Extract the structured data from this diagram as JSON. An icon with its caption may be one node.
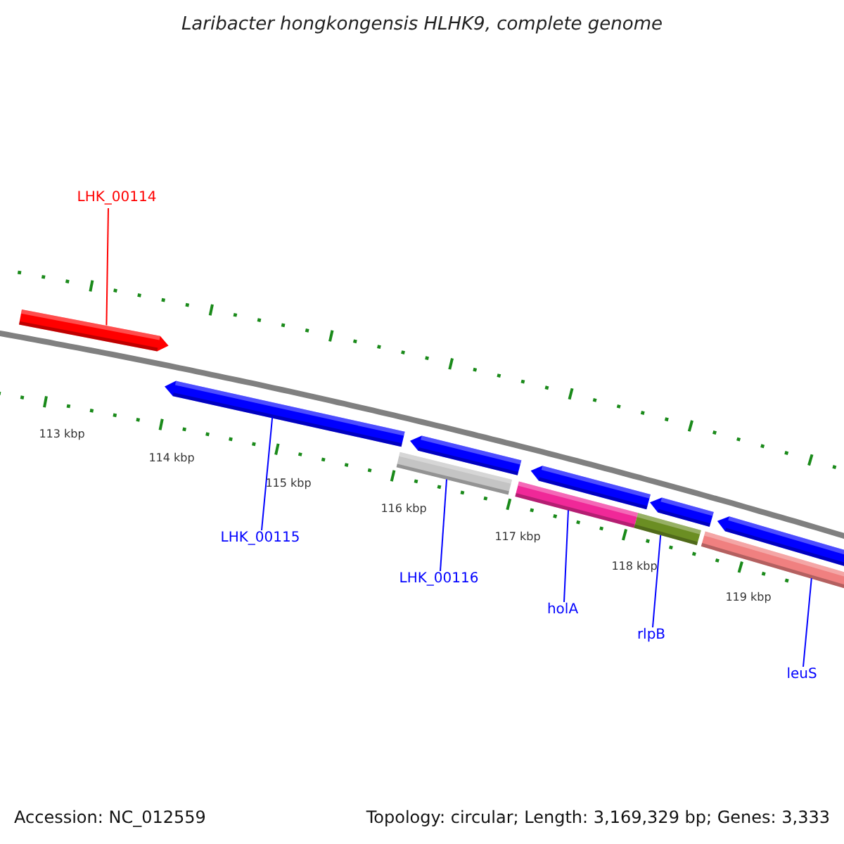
{
  "diagram": {
    "title": "Laribacter hongkongensis HLHK9, complete genome",
    "nodes": [
      {
        "text": [
          "LHK_00114"
        ]
      },
      {
        "text": [
          "LHK_00115"
        ]
      },
      {
        "text": [
          "LHK_00116"
        ]
      },
      {
        "text": [
          "holA"
        ]
      },
      {
        "text": [
          "rlpB"
        ]
      },
      {
        "text": [
          "leuS"
        ]
      },
      {
        "text": [],
        "shape": "bar"
      },
      {
        "text": [],
        "shape": "bar"
      },
      {
        "text": [],
        "shape": "bar"
      },
      {
        "text": [],
        "shape": "bar"
      },
      {
        "text": [],
        "shape": "bar"
      },
      {
        "text": [],
        "shape": "bar"
      },
      {
        "text": [],
        "shape": "bar"
      },
      {
        "text": [],
        "shape": "bar"
      },
      {
        "text": [],
        "shape": "bar"
      },
      {
        "text": [],
        "shape": "bar"
      }
    ],
    "edges": [
      {
        "from": 0,
        "to": 6,
        "arrow": "none",
        "color": "#ff0000"
      },
      {
        "from": 1,
        "to": 7,
        "arrow": "none"
      },
      {
        "from": 2,
        "to": 9,
        "arrow": "none"
      },
      {
        "from": 3,
        "to": 11,
        "arrow": "none"
      },
      {
        "from": 4,
        "to": 13,
        "arrow": "none"
      },
      {
        "from": 5,
        "to": 15,
        "arrow": "none"
      }
    ],
    "labels": [
      "113 kbp",
      "114 kbp",
      "115 kbp",
      "116 kbp",
      "117 kbp",
      "118 kbp",
      "119 kbp",
      "Accession: NC_012559",
      "Topology: circular; Length: 3,169,329 bp; Genes: 3,333"
    ]
  }
}
